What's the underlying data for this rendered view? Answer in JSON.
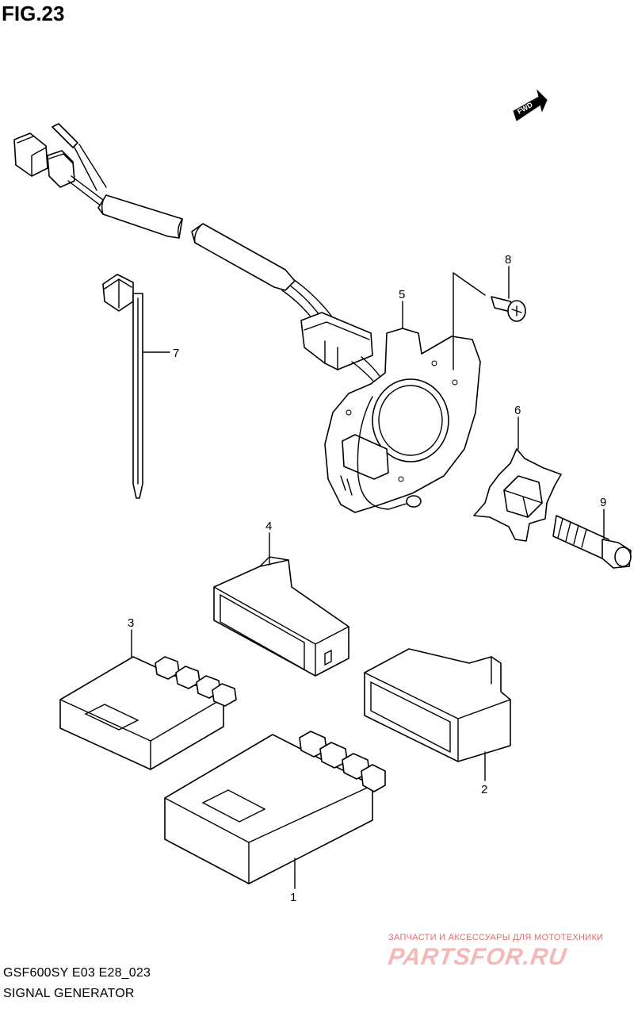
{
  "figure": {
    "title": "FIG.23"
  },
  "fwd_badge": {
    "label": "FWD",
    "icon": "fwd-arrow-icon"
  },
  "callouts": [
    {
      "id": "1",
      "label": "1"
    },
    {
      "id": "2",
      "label": "2"
    },
    {
      "id": "3",
      "label": "3"
    },
    {
      "id": "4",
      "label": "4"
    },
    {
      "id": "5",
      "label": "5"
    },
    {
      "id": "6",
      "label": "6"
    },
    {
      "id": "7",
      "label": "7"
    },
    {
      "id": "8",
      "label": "8"
    },
    {
      "id": "9",
      "label": "9"
    }
  ],
  "footer": {
    "code": "GSF600SY E03 E28_023",
    "title": "SIGNAL GENERATOR"
  },
  "watermark": {
    "tagline": "ЗАПЧАСТИ И АКСЕССУАРЫ ДЛЯ МОТОТЕХНИКИ",
    "logo": "PARTSFOR.RU"
  },
  "colors": {
    "line": "#000000",
    "background": "#ffffff",
    "watermark": "#e06a6a"
  }
}
